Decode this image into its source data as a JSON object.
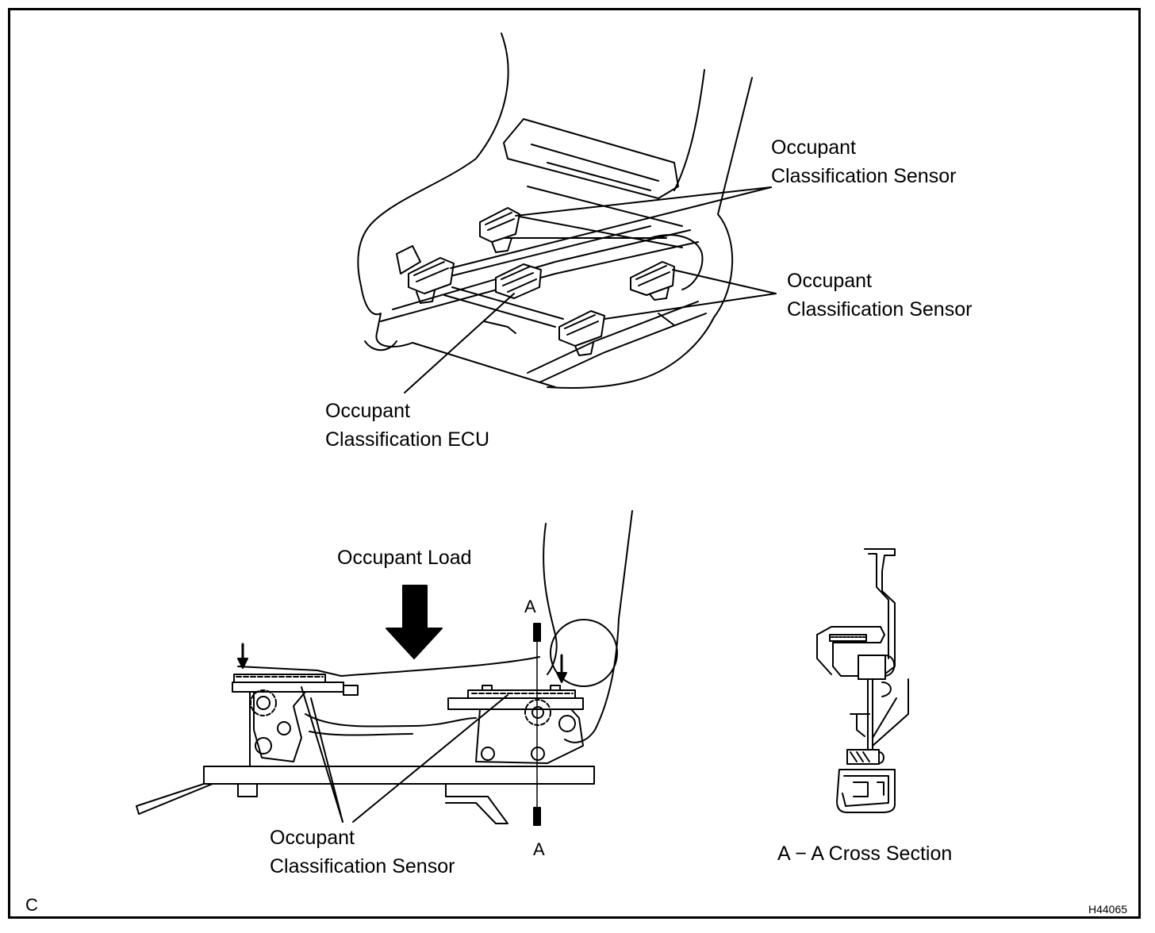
{
  "labels": {
    "sensor_top_line1": "Occupant",
    "sensor_top_line2": "Classification Sensor",
    "sensor_right_line1": "Occupant",
    "sensor_right_line2": "Classification Sensor",
    "ecu_line1": "Occupant",
    "ecu_line2": "Classification ECU",
    "occupant_load": "Occupant Load",
    "section_mark_top": "A",
    "section_mark_bottom": "A",
    "sensor_bottom_line1": "Occupant",
    "sensor_bottom_line2": "Classification Sensor",
    "cross_section": "A − A Cross Section",
    "corner_letter": "C",
    "figure_code": "H44065"
  }
}
